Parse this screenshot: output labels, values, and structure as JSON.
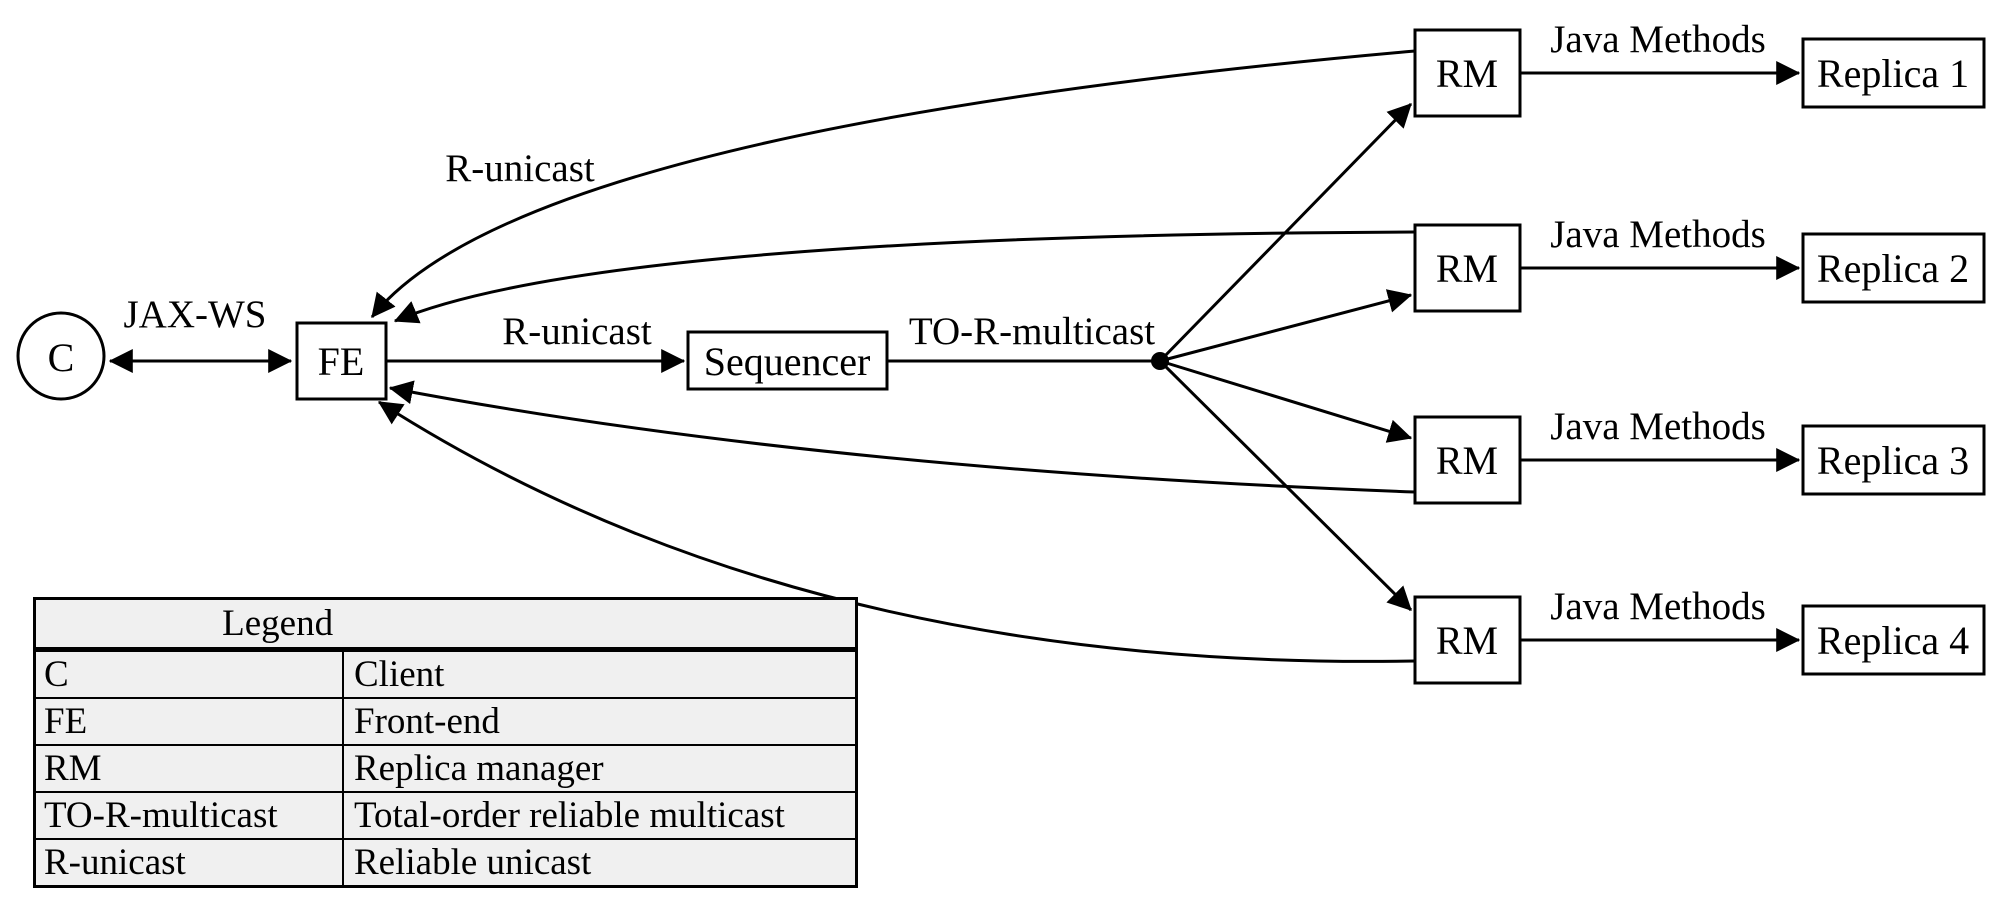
{
  "colors": {
    "ink": "#000000",
    "background": "#ffffff",
    "legend_cell_fill": "#f0f0f0"
  },
  "nodes": {
    "client": "C",
    "frontend": "FE",
    "sequencer": "Sequencer"
  },
  "edge_labels": {
    "client_frontend": "JAX-WS",
    "frontend_sequencer": "R-unicast",
    "rm_return_unicast": "R-unicast",
    "multicast": "TO-R-multicast"
  },
  "replica_rows": [
    {
      "rm": "RM",
      "edge": "Java Methods",
      "replica": "Replica 1"
    },
    {
      "rm": "RM",
      "edge": "Java Methods",
      "replica": "Replica 2"
    },
    {
      "rm": "RM",
      "edge": "Java Methods",
      "replica": "Replica 3"
    },
    {
      "rm": "RM",
      "edge": "Java Methods",
      "replica": "Replica 4"
    }
  ],
  "legend": {
    "title": "Legend",
    "rows": [
      {
        "term": "C",
        "definition": "Client"
      },
      {
        "term": "FE",
        "definition": "Front-end"
      },
      {
        "term": "RM",
        "definition": "Replica manager"
      },
      {
        "term": "TO-R-multicast",
        "definition": "Total-order reliable multicast"
      },
      {
        "term": "R-unicast",
        "definition": "Reliable unicast"
      }
    ]
  }
}
